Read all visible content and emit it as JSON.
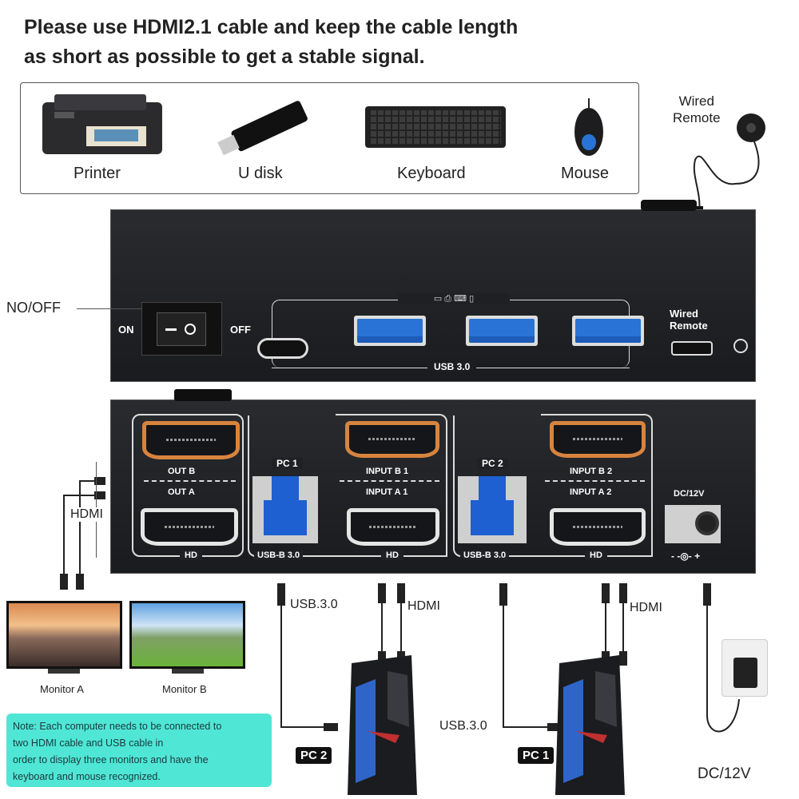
{
  "header": {
    "line1": "Please use HDMI2.1 cable and keep the cable length",
    "line2": "as short as possible to get a stable signal."
  },
  "peripherals": [
    {
      "label": "Printer",
      "icon": "printer-icon"
    },
    {
      "label": "U disk",
      "icon": "usb-drive-icon"
    },
    {
      "label": "Keyboard",
      "icon": "keyboard-icon"
    },
    {
      "label": "Mouse",
      "icon": "mouse-icon"
    }
  ],
  "wired_remote": {
    "line1": "Wired",
    "line2": "Remote"
  },
  "front": {
    "power_label": "NO/OFF",
    "on": "ON",
    "off": "OFF",
    "usb_label": "USB 3.0",
    "remote_line1": "Wired",
    "remote_line2": "Remote"
  },
  "back": {
    "out_b": "OUT B",
    "out_a": "OUT A",
    "hd": "HD",
    "pc1": "PC 1",
    "input_b1": "INPUT B 1",
    "input_a1": "INPUT A 1",
    "pc2": "PC 2",
    "input_b2": "INPUT B 2",
    "input_a2": "INPUT A 2",
    "usbb": "USB-B 3.0",
    "dc": "DC/12V",
    "polarity": "- -◎- +"
  },
  "left": {
    "hdmi": "HDMI",
    "monitor_a": "Monitor A",
    "monitor_b": "Monitor B"
  },
  "note": {
    "line1": "Note: Each computer needs to be connected to",
    "line2": "two HDMI cable and USB cable in",
    "line3": "order to display three monitors and have the",
    "line4": "keyboard and mouse recognized."
  },
  "bottom": {
    "usb1": "USB.3.0",
    "hdmi1": "HDMI",
    "pc2_badge": "PC 2",
    "usb2": "USB.3.0",
    "hdmi2": "HDMI",
    "pc1_badge": "PC 1",
    "dc": "DC/12V"
  },
  "colors": {
    "hdmi_out": "#d7843f",
    "usb": "#2a73d6",
    "note_bg": "#4fe6d6"
  }
}
